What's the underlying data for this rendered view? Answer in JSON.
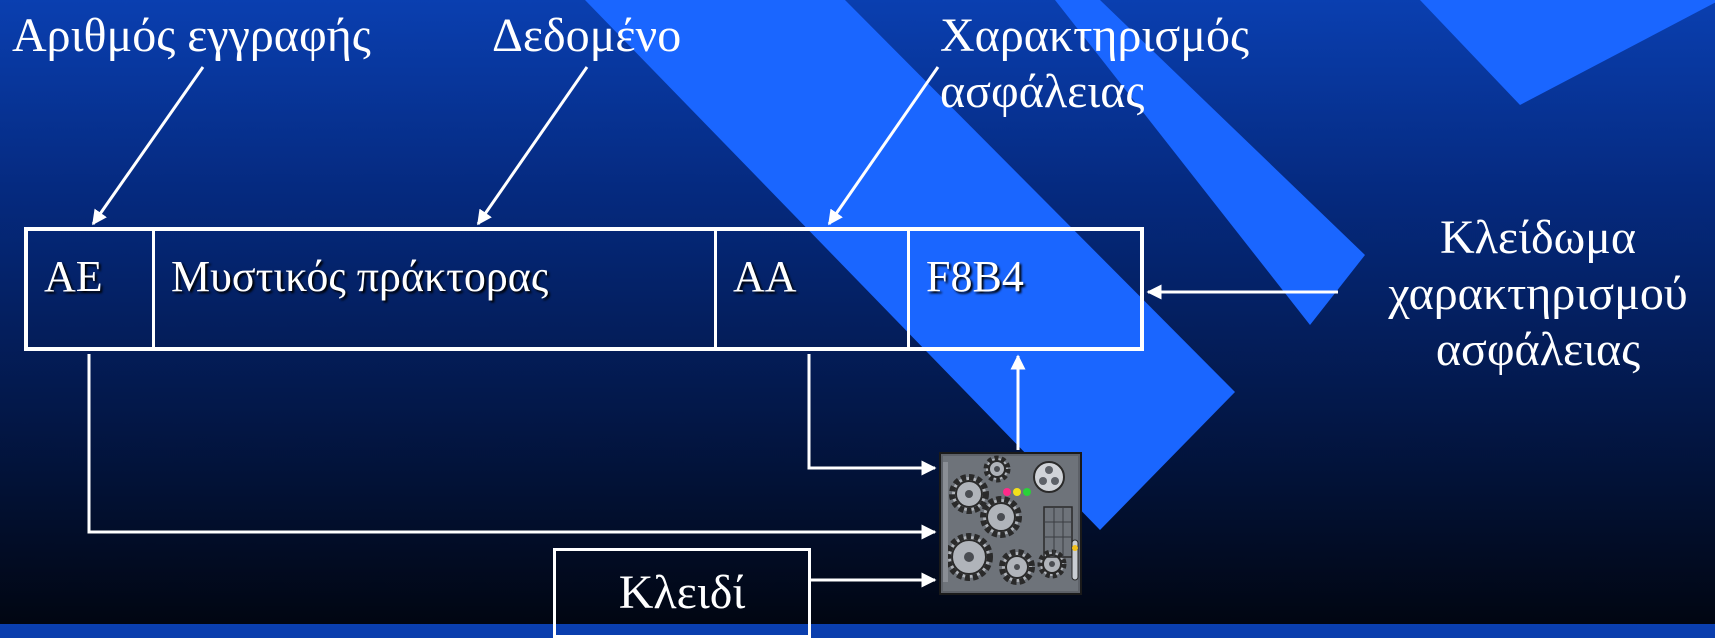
{
  "labels": {
    "record_number": "Αριθμός εγγραφής",
    "data": "Δεδομένο",
    "security_label_line1": "Χαρακτηρισμός",
    "security_label_line2": "ασφάλειας",
    "lock_line1": "Κλείδωμα",
    "lock_line2": "χαρακτηρισμού",
    "lock_line3": "ασφάλειας",
    "key": "Κλειδί"
  },
  "record": {
    "fields": [
      "ΑΕ",
      "Μυστικός πράκτορας",
      "ΑΑ",
      "F8B4"
    ]
  },
  "icons": {
    "processor": "gears-machine-icon"
  },
  "colors": {
    "stripe": "#1a66ff",
    "lines": "#ffffff"
  }
}
